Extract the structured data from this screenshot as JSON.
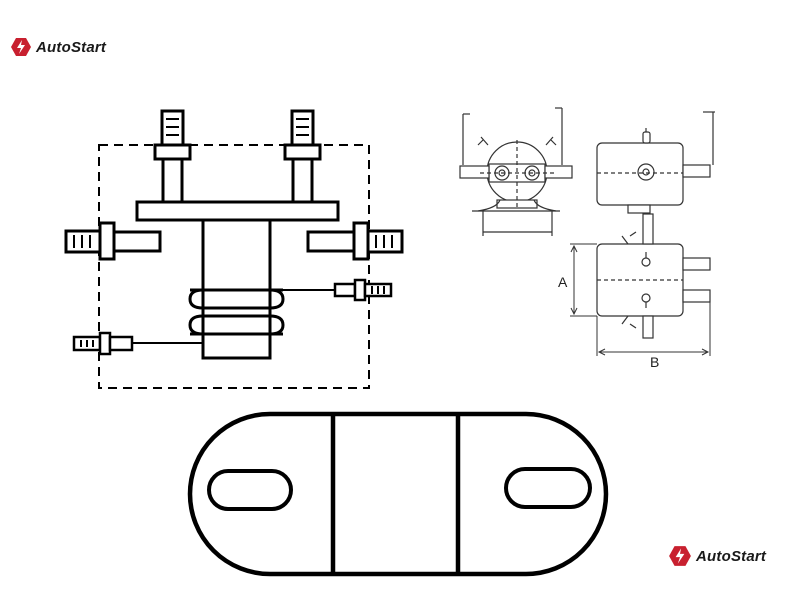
{
  "brand": {
    "name": "AutoStart",
    "accent_color": "#c8202f",
    "icon": "autostart-logo-icon"
  },
  "dimensions": {
    "height_label": "A",
    "length_label": "B"
  },
  "colors": {
    "line": "#000000",
    "thin_line": "#333333"
  }
}
